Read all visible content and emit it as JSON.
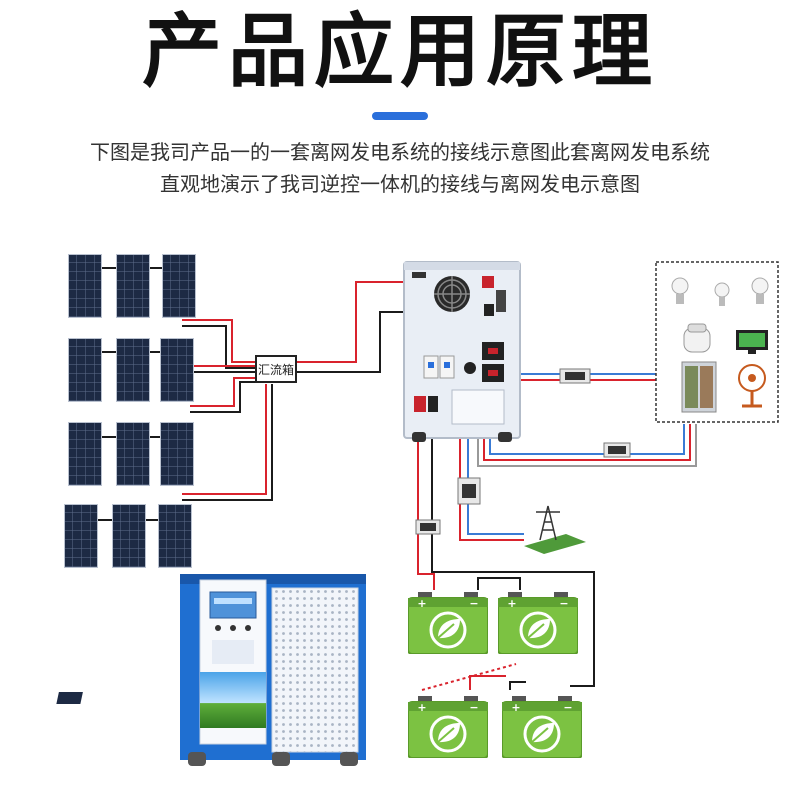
{
  "header": {
    "title": "产品应用原理",
    "subtitle_line1": "下图是我司产品一的一套离网发电系统的接线示意图此套离网发电系统",
    "subtitle_line2": "直观地演示了我司逆控一体机的接线与离网发电示意图"
  },
  "diagram": {
    "combiner_label": "汇流箱",
    "colors": {
      "positive_wire": "#d9232d",
      "negative_wire": "#1b1b1b",
      "ac_wire": "#3a7bd5",
      "battery_green": "#7cc242",
      "controller_blue": "#1f6fd1",
      "title_accent": "#2a6fdb"
    },
    "icons": [
      "solar-panel-icon",
      "combiner-box-icon",
      "inverter-icon",
      "battery-icon",
      "leaf-icon",
      "light-bulb-icon",
      "rice-cooker-icon",
      "tv-icon",
      "refrigerator-icon",
      "fan-icon",
      "power-tower-icon",
      "breaker-icon",
      "mppt-controller-icon"
    ]
  }
}
